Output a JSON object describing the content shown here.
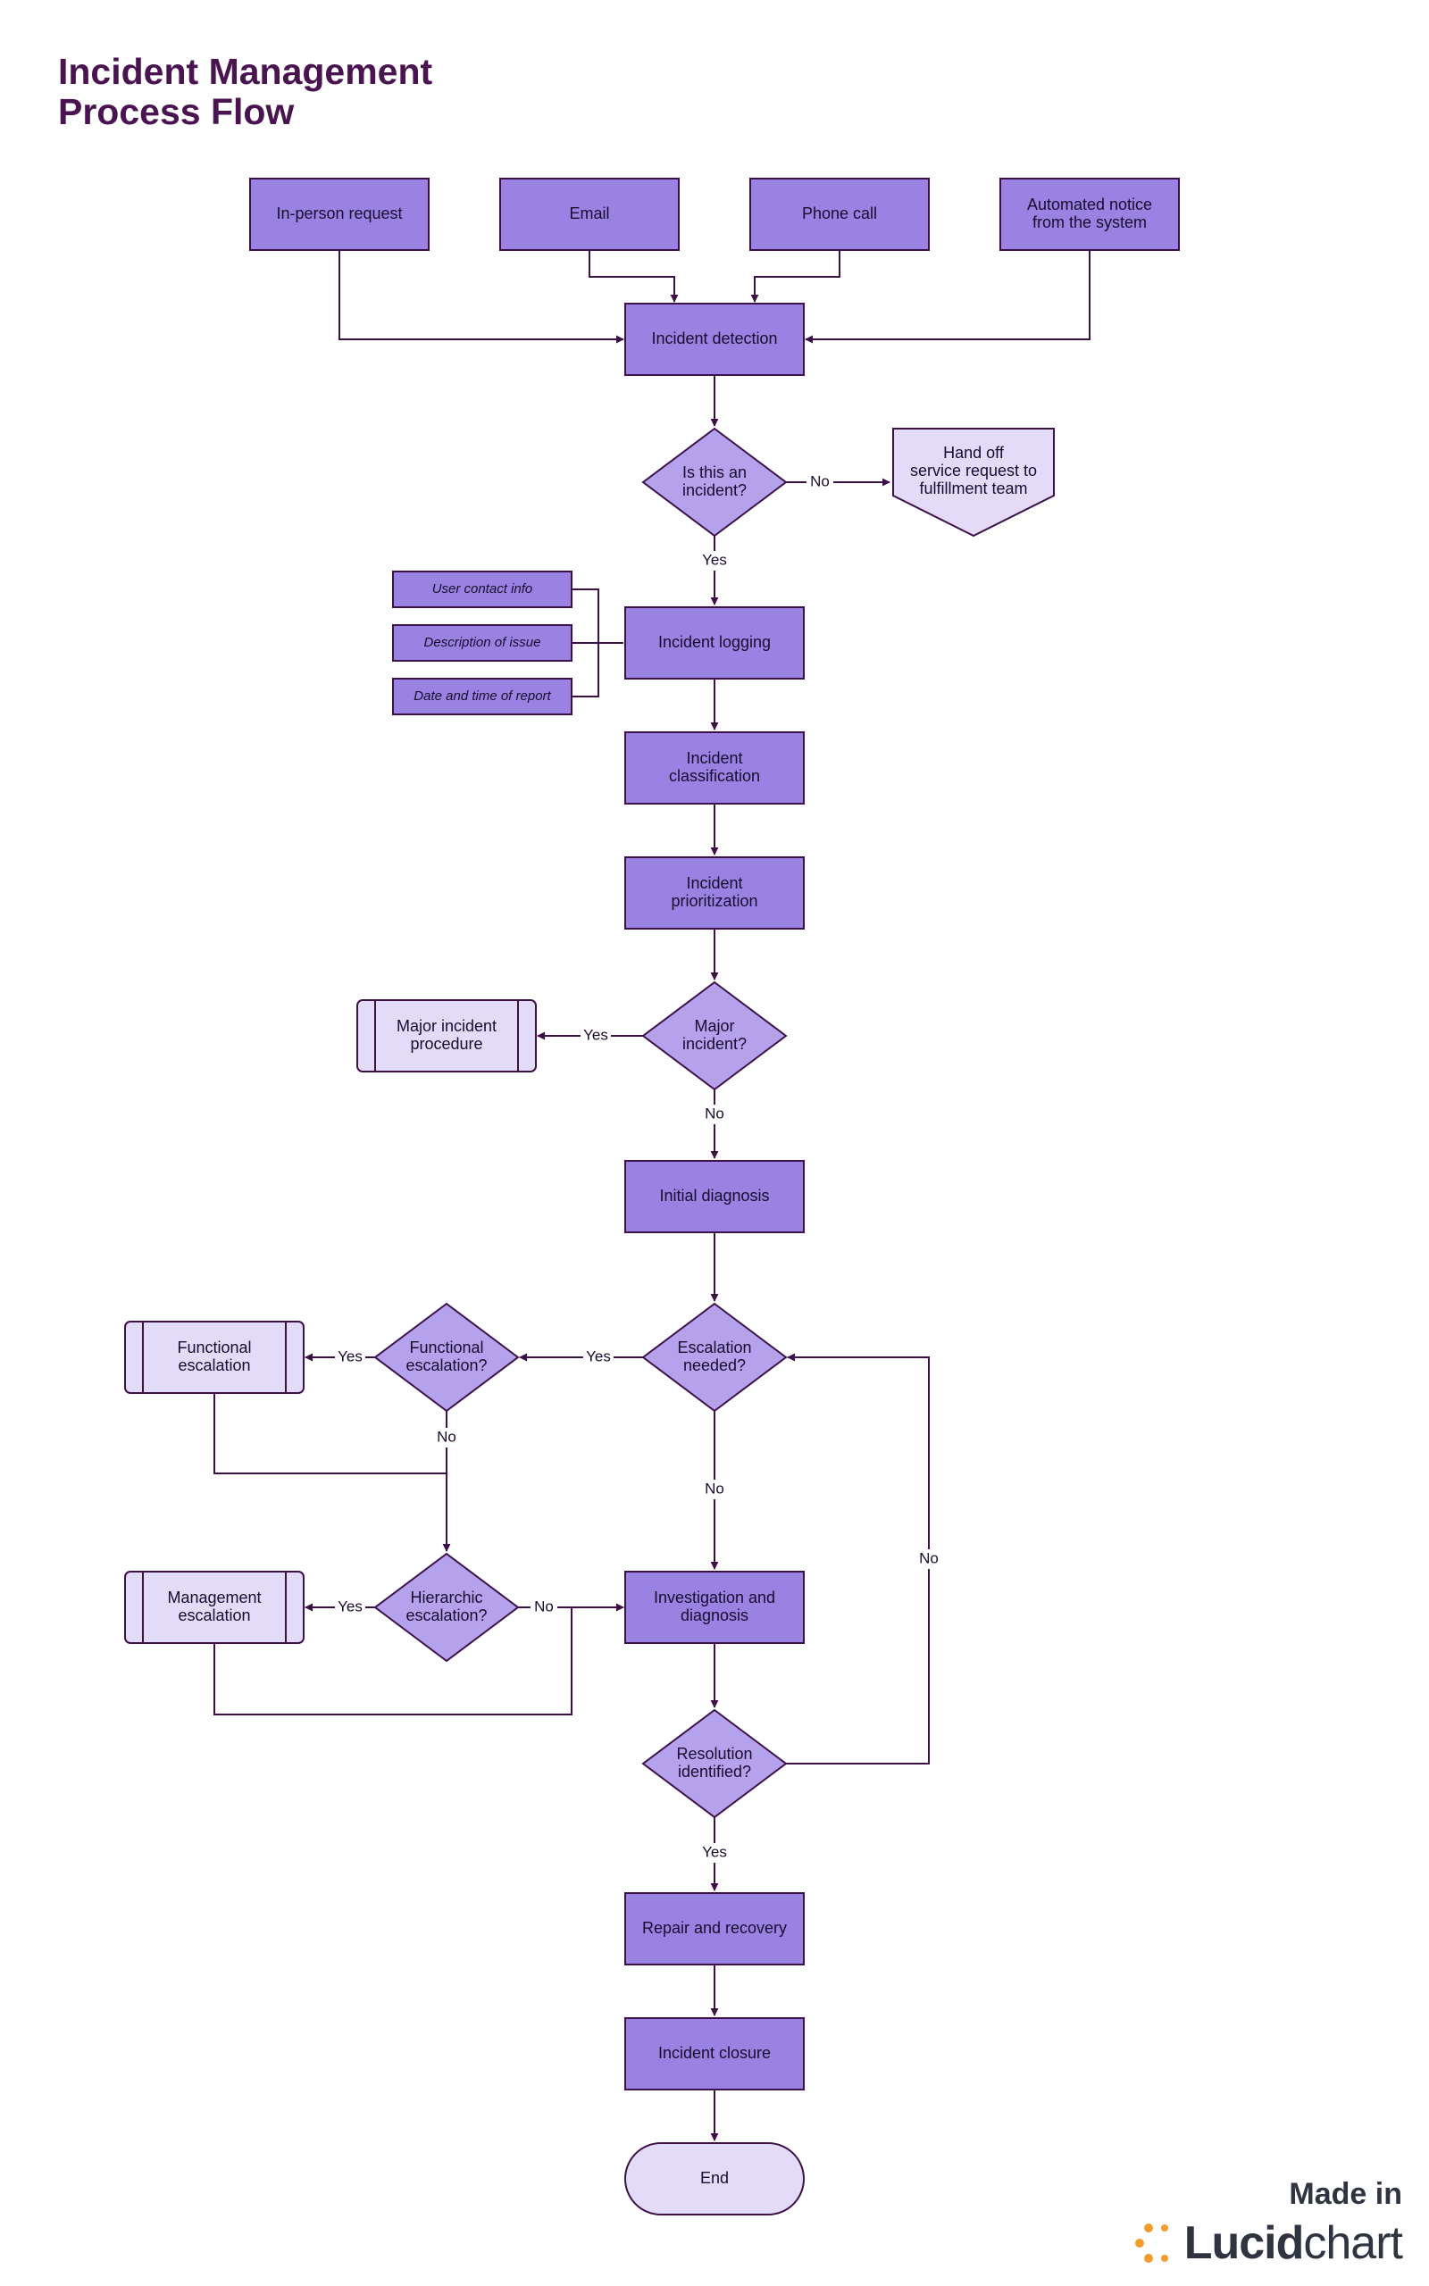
{
  "title": {
    "line1": "Incident Management",
    "line2": "Process Flow"
  },
  "colors": {
    "fill": "#9a82e3",
    "fill_light": "#e2dcf8",
    "stroke": "#3d1048",
    "title": "#4a1450",
    "brand_orange": "#f39c2b"
  },
  "nodes": {
    "in_person": "In-person request",
    "email": "Email",
    "phone": "Phone call",
    "auto_notice": {
      "l1": "Automated notice",
      "l2": "from the system"
    },
    "detection": "Incident detection",
    "is_incident": {
      "l1": "Is this an",
      "l2": "incident?"
    },
    "hand_off": {
      "l1": "Hand off",
      "l2": "service request to",
      "l3": "fulfillment team"
    },
    "logging": "Incident logging",
    "user_contact": "User contact info",
    "description": "Description of issue",
    "date_time": "Date and time of report",
    "classification": {
      "l1": "Incident",
      "l2": "classification"
    },
    "prioritization": {
      "l1": "Incident",
      "l2": "prioritization"
    },
    "major_q": {
      "l1": "Major",
      "l2": "incident?"
    },
    "major_proc": {
      "l1": "Major incident",
      "l2": "procedure"
    },
    "initial_diag": "Initial diagnosis",
    "escalation_q": {
      "l1": "Escalation",
      "l2": "needed?"
    },
    "functional_q": {
      "l1": "Functional",
      "l2": "escalation?"
    },
    "functional_esc": {
      "l1": "Functional",
      "l2": "escalation"
    },
    "hierarchic_q": {
      "l1": "Hierarchic",
      "l2": "escalation?"
    },
    "management_esc": {
      "l1": "Management",
      "l2": "escalation"
    },
    "investigation": {
      "l1": "Investigation and",
      "l2": "diagnosis"
    },
    "resolution_q": {
      "l1": "Resolution",
      "l2": "identified?"
    },
    "repair": "Repair and recovery",
    "closure": "Incident closure",
    "end": "End"
  },
  "edge_labels": {
    "incident_no": "No",
    "incident_yes": "Yes",
    "major_yes": "Yes",
    "major_no": "No",
    "escalation_yes": "Yes",
    "escalation_no": "No",
    "functional_yes": "Yes",
    "functional_no": "No",
    "hierarchic_yes": "Yes",
    "hierarchic_no": "No",
    "resolution_yes": "Yes",
    "resolution_no": "No"
  },
  "brand": {
    "made_in": "Made in",
    "name_bold": "Lucid",
    "name_rest": "chart"
  }
}
